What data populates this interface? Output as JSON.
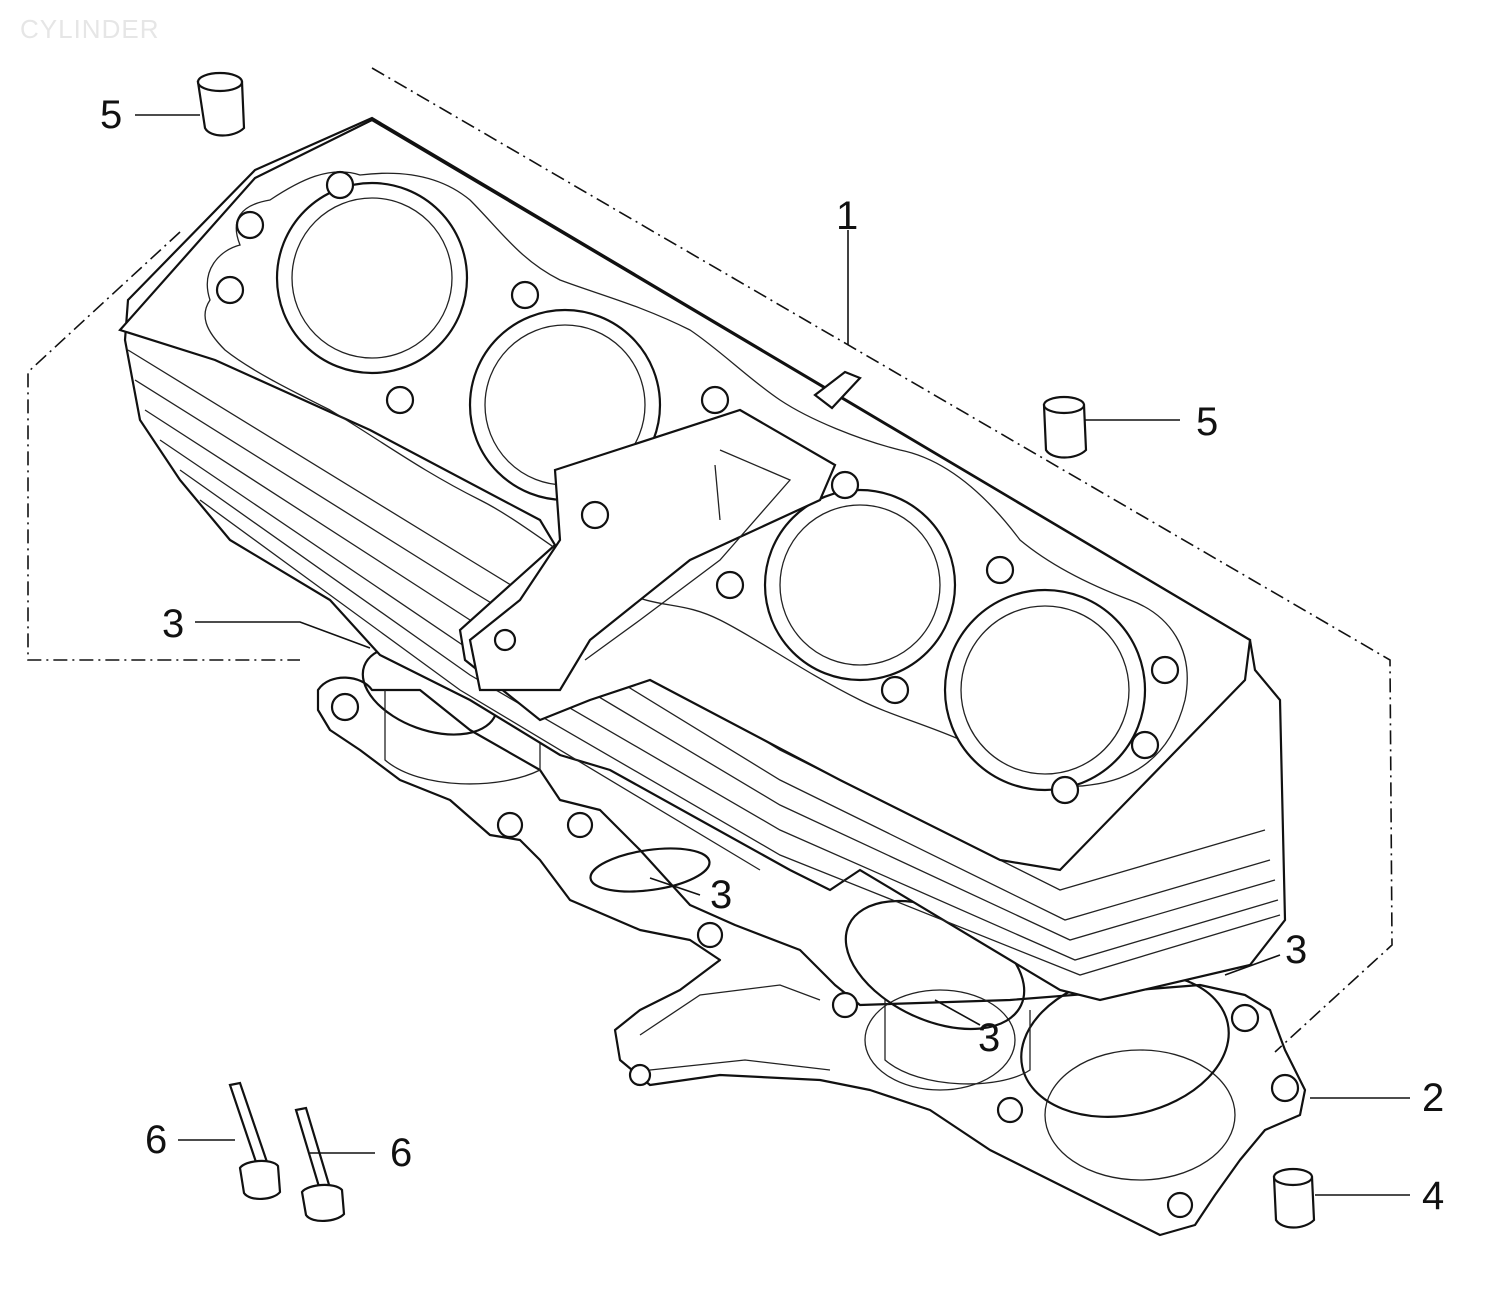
{
  "title": "CYLINDER",
  "callouts": {
    "c1": "1",
    "c2": "2",
    "c3a": "3",
    "c3b": "3",
    "c3c": "3",
    "c3d": "3",
    "c4": "4",
    "c5a": "5",
    "c5b": "5",
    "c6a": "6",
    "c6b": "6"
  }
}
